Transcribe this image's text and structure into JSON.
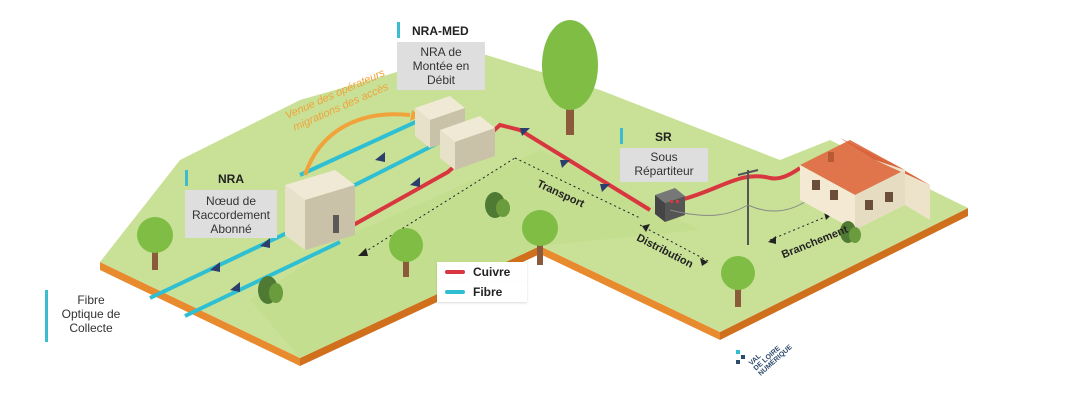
{
  "labels": {
    "nra_tag": "NRA",
    "nra_desc": "Nœud de Raccordement Abonné",
    "nramed_tag": "NRA-MED",
    "nramed_desc": "NRA de Montée en Débit",
    "sr_tag": "SR",
    "sr_desc": "Sous Répartiteur",
    "fibre_collecte": "Fibre Optique de Collecte",
    "operators_note_line1": "Venue des opérateurs",
    "operators_note_line2": "migrations des accès",
    "transport": "Transport",
    "distribution": "Distribution",
    "branchement": "Branchement"
  },
  "legend": [
    {
      "label": "Cuivre",
      "color": "#d9373f"
    },
    {
      "label": "Fibre",
      "color": "#2fbfd3"
    }
  ],
  "brand": {
    "line1": "VAL",
    "line2": "DE LOIRE",
    "line3": "NUMÉRIQUE"
  },
  "colors": {
    "grass_top": "#c9e196",
    "grass_side_left": "#e88a2e",
    "grass_side_right": "#d06f1c",
    "copper": "#d9373f",
    "fibre": "#2fbfd3",
    "accent": "#3dbcd0",
    "orange_arrow": "#f0a33a",
    "tree": "#7fbd45",
    "trunk": "#8a5a3a"
  }
}
